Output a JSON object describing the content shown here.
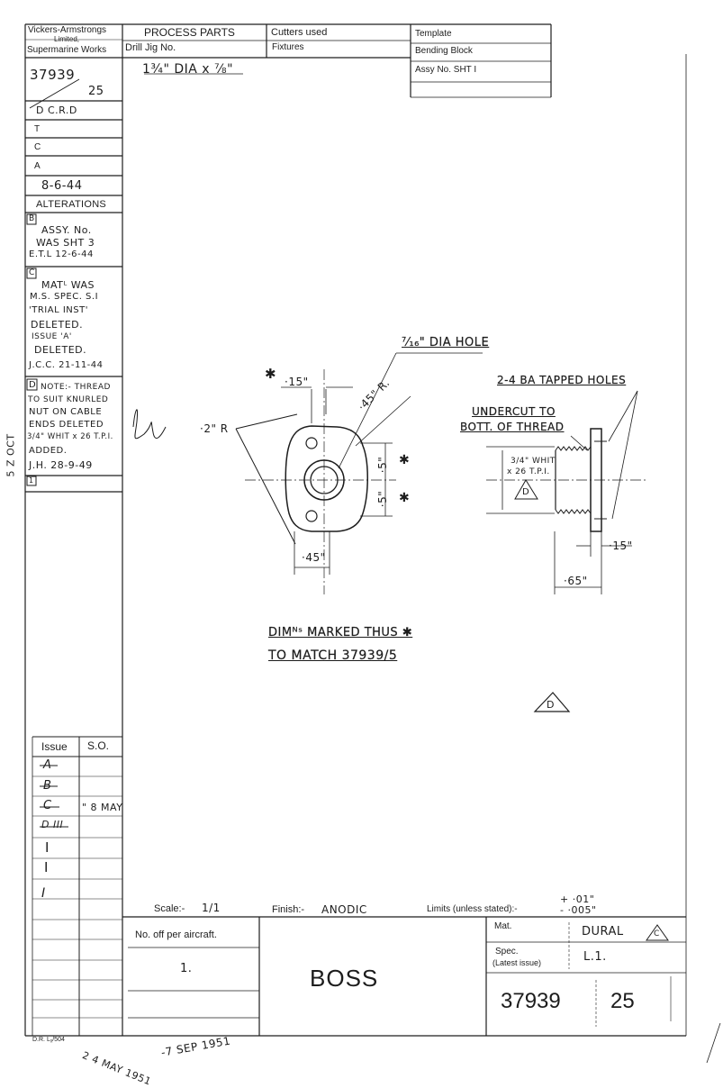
{
  "header": {
    "company_line1": "Vickers-Armstrongs",
    "company_line2": "Limited,",
    "company_line3": "Supermarine Works",
    "process_parts": "PROCESS PARTS",
    "drill_jig": "Drill Jig No.",
    "size_note": "1¾\" DIA x ⅞\"",
    "cutters_used": "Cutters used",
    "fixtures": "Fixtures",
    "template": "Template",
    "bending_block": "Bending Block",
    "assy_no": "Assy No. SHT I"
  },
  "left_column": {
    "drawing_no": "37939",
    "sheet_no": "25",
    "d_field": "D C.R.D",
    "t_field": "T",
    "c_field": "C",
    "a_field": "A",
    "date": "8-6-44",
    "alterations_title": "ALTERATIONS",
    "alt_b": {
      "letter": "B",
      "lines": [
        "ASSY. No.",
        "WAS SHT 3",
        "E.T.L  12-6-44"
      ]
    },
    "alt_c": {
      "letter": "C",
      "lines": [
        "MATᴸ WAS",
        "M.S. SPEC. S.I",
        "'TRIAL INST'",
        "DELETED.",
        "ISSUE 'A'",
        "DELETED.",
        "J.C.C.  21-11-44"
      ]
    },
    "alt_d": {
      "letter": "D",
      "lines": [
        "NOTE:- THREAD",
        "TO SUIT KNURLED",
        "NUT ON CABLE",
        "ENDS DELETED",
        "3/4\" WHIT x 26 T.P.I.",
        "ADDED.",
        "J.H.  28-9-49"
      ]
    },
    "alt_e": {
      "letter": "1"
    },
    "side_stamp": "5 Z OCT",
    "issue_header": "Issue",
    "so_header": "S.O.",
    "issues": [
      "A",
      "B",
      "C",
      "D III",
      "I",
      "I",
      "I"
    ],
    "so_mark": "\" 8 MAY",
    "form_no": "D.R. Lᵪ/504"
  },
  "drawing": {
    "hole_note": "⁷⁄₁₆\" DIA HOLE",
    "tapped_note": "2-4 BA TAPPED HOLES",
    "undercut_note1": "UNDERCUT TO",
    "undercut_note2": "BOTT. OF THREAD",
    "dim_15_top": "·15\"",
    "dim_2r": "·2\" R",
    "dim_45r": "·45\" R.",
    "dim_5_upper": "·5\"",
    "dim_5_lower": "·5\"",
    "dim_45_bottom": "·45\"",
    "thread_note1": "3/4\" WHIT",
    "thread_note2": "x 26 T.P.I.",
    "dim_15_side": "·15\"",
    "dim_65": "·65\"",
    "star": "✱",
    "revision_letter": "D",
    "dims_note1": "DIMᴺˢ MARKED THUS ✱",
    "dims_note2": "TO MATCH 37939/5"
  },
  "title_block": {
    "scale_label": "Scale:-",
    "scale_value": "1/1",
    "finish_label": "Finish:-",
    "finish_value": "ANODIC",
    "limits_label": "Limits (unless stated):-",
    "limit_plus": "+ ·01\"",
    "limit_minus": "- ·005\"",
    "no_off_label": "No. off per aircraft.",
    "no_off_value": "1.",
    "part_name": "BOSS",
    "mat_label": "Mat.",
    "mat_value": "DURAL",
    "mat_rev": "C",
    "spec_label": "Spec.",
    "spec_sub": "(Latest issue)",
    "spec_value": "L.1.",
    "drawing_no": "37939",
    "sheet_no": "25"
  },
  "stamps": {
    "stamp1": "2 4 MAY 1951",
    "stamp2": "-7 SEP 1951"
  },
  "colors": {
    "ink": "#1d1d1d",
    "paper": "#ffffff"
  }
}
